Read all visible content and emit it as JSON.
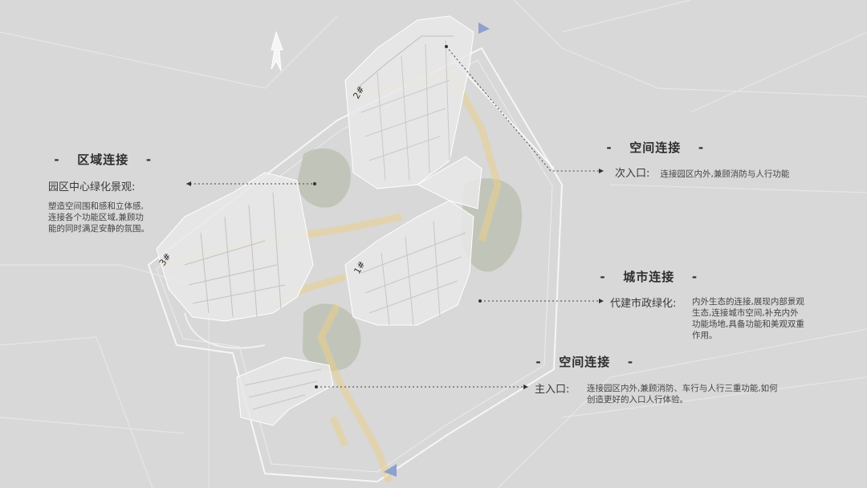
{
  "annotations": {
    "regional": {
      "title": "区域连接",
      "subtitle": "园区中心绿化景观:",
      "desc_lines": [
        "塑造空间围和感和立体感,",
        "连接各个功能区域,兼顾功",
        "能的同时满足安静的氛围。"
      ]
    },
    "secondary_entry": {
      "title": "空间连接",
      "label": "次入口:",
      "desc": "连接园区内外,兼顾消防与人行功能"
    },
    "city": {
      "title": "城市连接",
      "label": "代建市政绿化:",
      "desc_lines": [
        "内外生态的连接,展现内部景观",
        "生态,连接城市空间,补充内外",
        "功能场地,具备功能和美观双重",
        "作用。"
      ]
    },
    "main_entry": {
      "title": "空间连接",
      "label": "主入口:",
      "desc_lines": [
        "连接园区内外,兼顾消防、车行与人行三重功能,如何",
        "创造更好的入口人行体验。"
      ]
    }
  },
  "buildings": [
    "1#",
    "2#",
    "3#"
  ],
  "dash_symbol": "-",
  "colors": {
    "background": "#d8d8d8",
    "site_outline": "#f4f4f4",
    "green_area": "#b9bdae",
    "path": "#e7cf93",
    "entry_marker": "#8ea0cc",
    "text": "#333333"
  }
}
